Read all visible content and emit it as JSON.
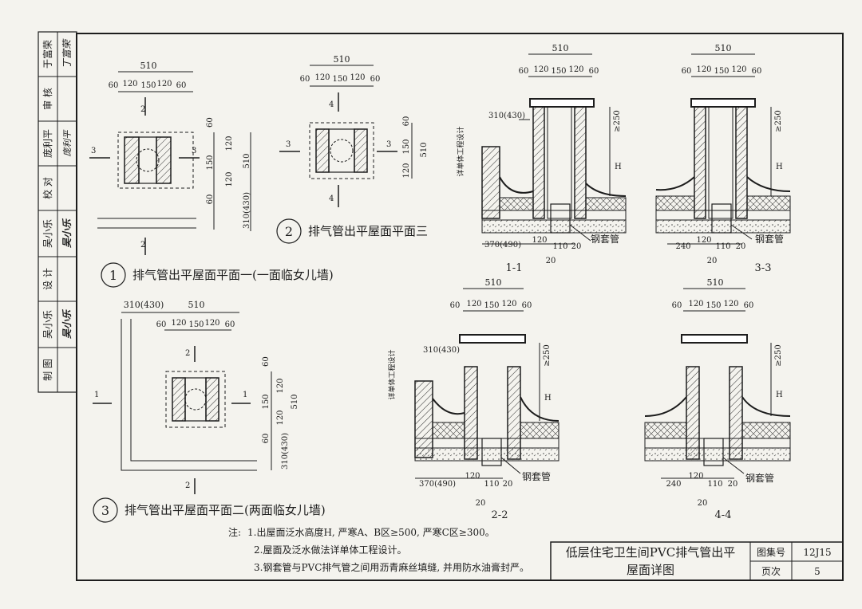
{
  "sidebar": {
    "cells": [
      {
        "role": "于富荣",
        "sign": "丁富荣"
      },
      {
        "role": "审 核",
        "sign": ""
      },
      {
        "role": "庞利平",
        "sign": "庞利平"
      },
      {
        "role": "校 对",
        "sign": ""
      },
      {
        "role": "吴小乐",
        "sign": "吴小乐"
      },
      {
        "role": "设 计",
        "sign": ""
      },
      {
        "role": "吴小乐",
        "sign": "吴小乐"
      },
      {
        "role": "制 图",
        "sign": ""
      }
    ]
  },
  "dims": {
    "d510": "510",
    "d60": "60",
    "d120": "120",
    "d150": "150",
    "d310_430": "310(430)",
    "d370_490": "370(490)",
    "d240": "240",
    "d110": "110",
    "d20": "20",
    "ge250": "≥250",
    "H": "H",
    "see_design": "详单体工程设计",
    "steel_sleeve": "钢套管"
  },
  "plans": {
    "p1": {
      "num": "1",
      "title": "排气管出平屋面平面一(一面临女儿墙)",
      "cut_a": "2",
      "cut_b": "3"
    },
    "p2": {
      "num": "2",
      "title": "排气管出平屋面平面三",
      "cut_a": "4",
      "cut_b": "3"
    },
    "p3": {
      "num": "3",
      "title": "排气管出平屋面平面二(两面临女儿墙)",
      "cut_a": "2",
      "cut_b": "1"
    }
  },
  "sections": {
    "s11": "1-1",
    "s33": "3-3",
    "s22": "2-2",
    "s44": "4-4"
  },
  "notes": {
    "label": "注:",
    "n1": "1.出屋面泛水高度H, 严寒A、B区≥500, 严寒C区≥300。",
    "n2": "2.屋面及泛水做法详单体工程设计。",
    "n3": "3.钢套管与PVC排气管之间用沥青麻丝填缝, 并用防水油膏封严。"
  },
  "titleblock": {
    "title_line1": "低层住宅卫生间PVC排气管出平",
    "title_line2": "屋面详图",
    "atlas_label": "图集号",
    "atlas_value": "12J15",
    "page_label": "页次",
    "page_value": "5"
  }
}
